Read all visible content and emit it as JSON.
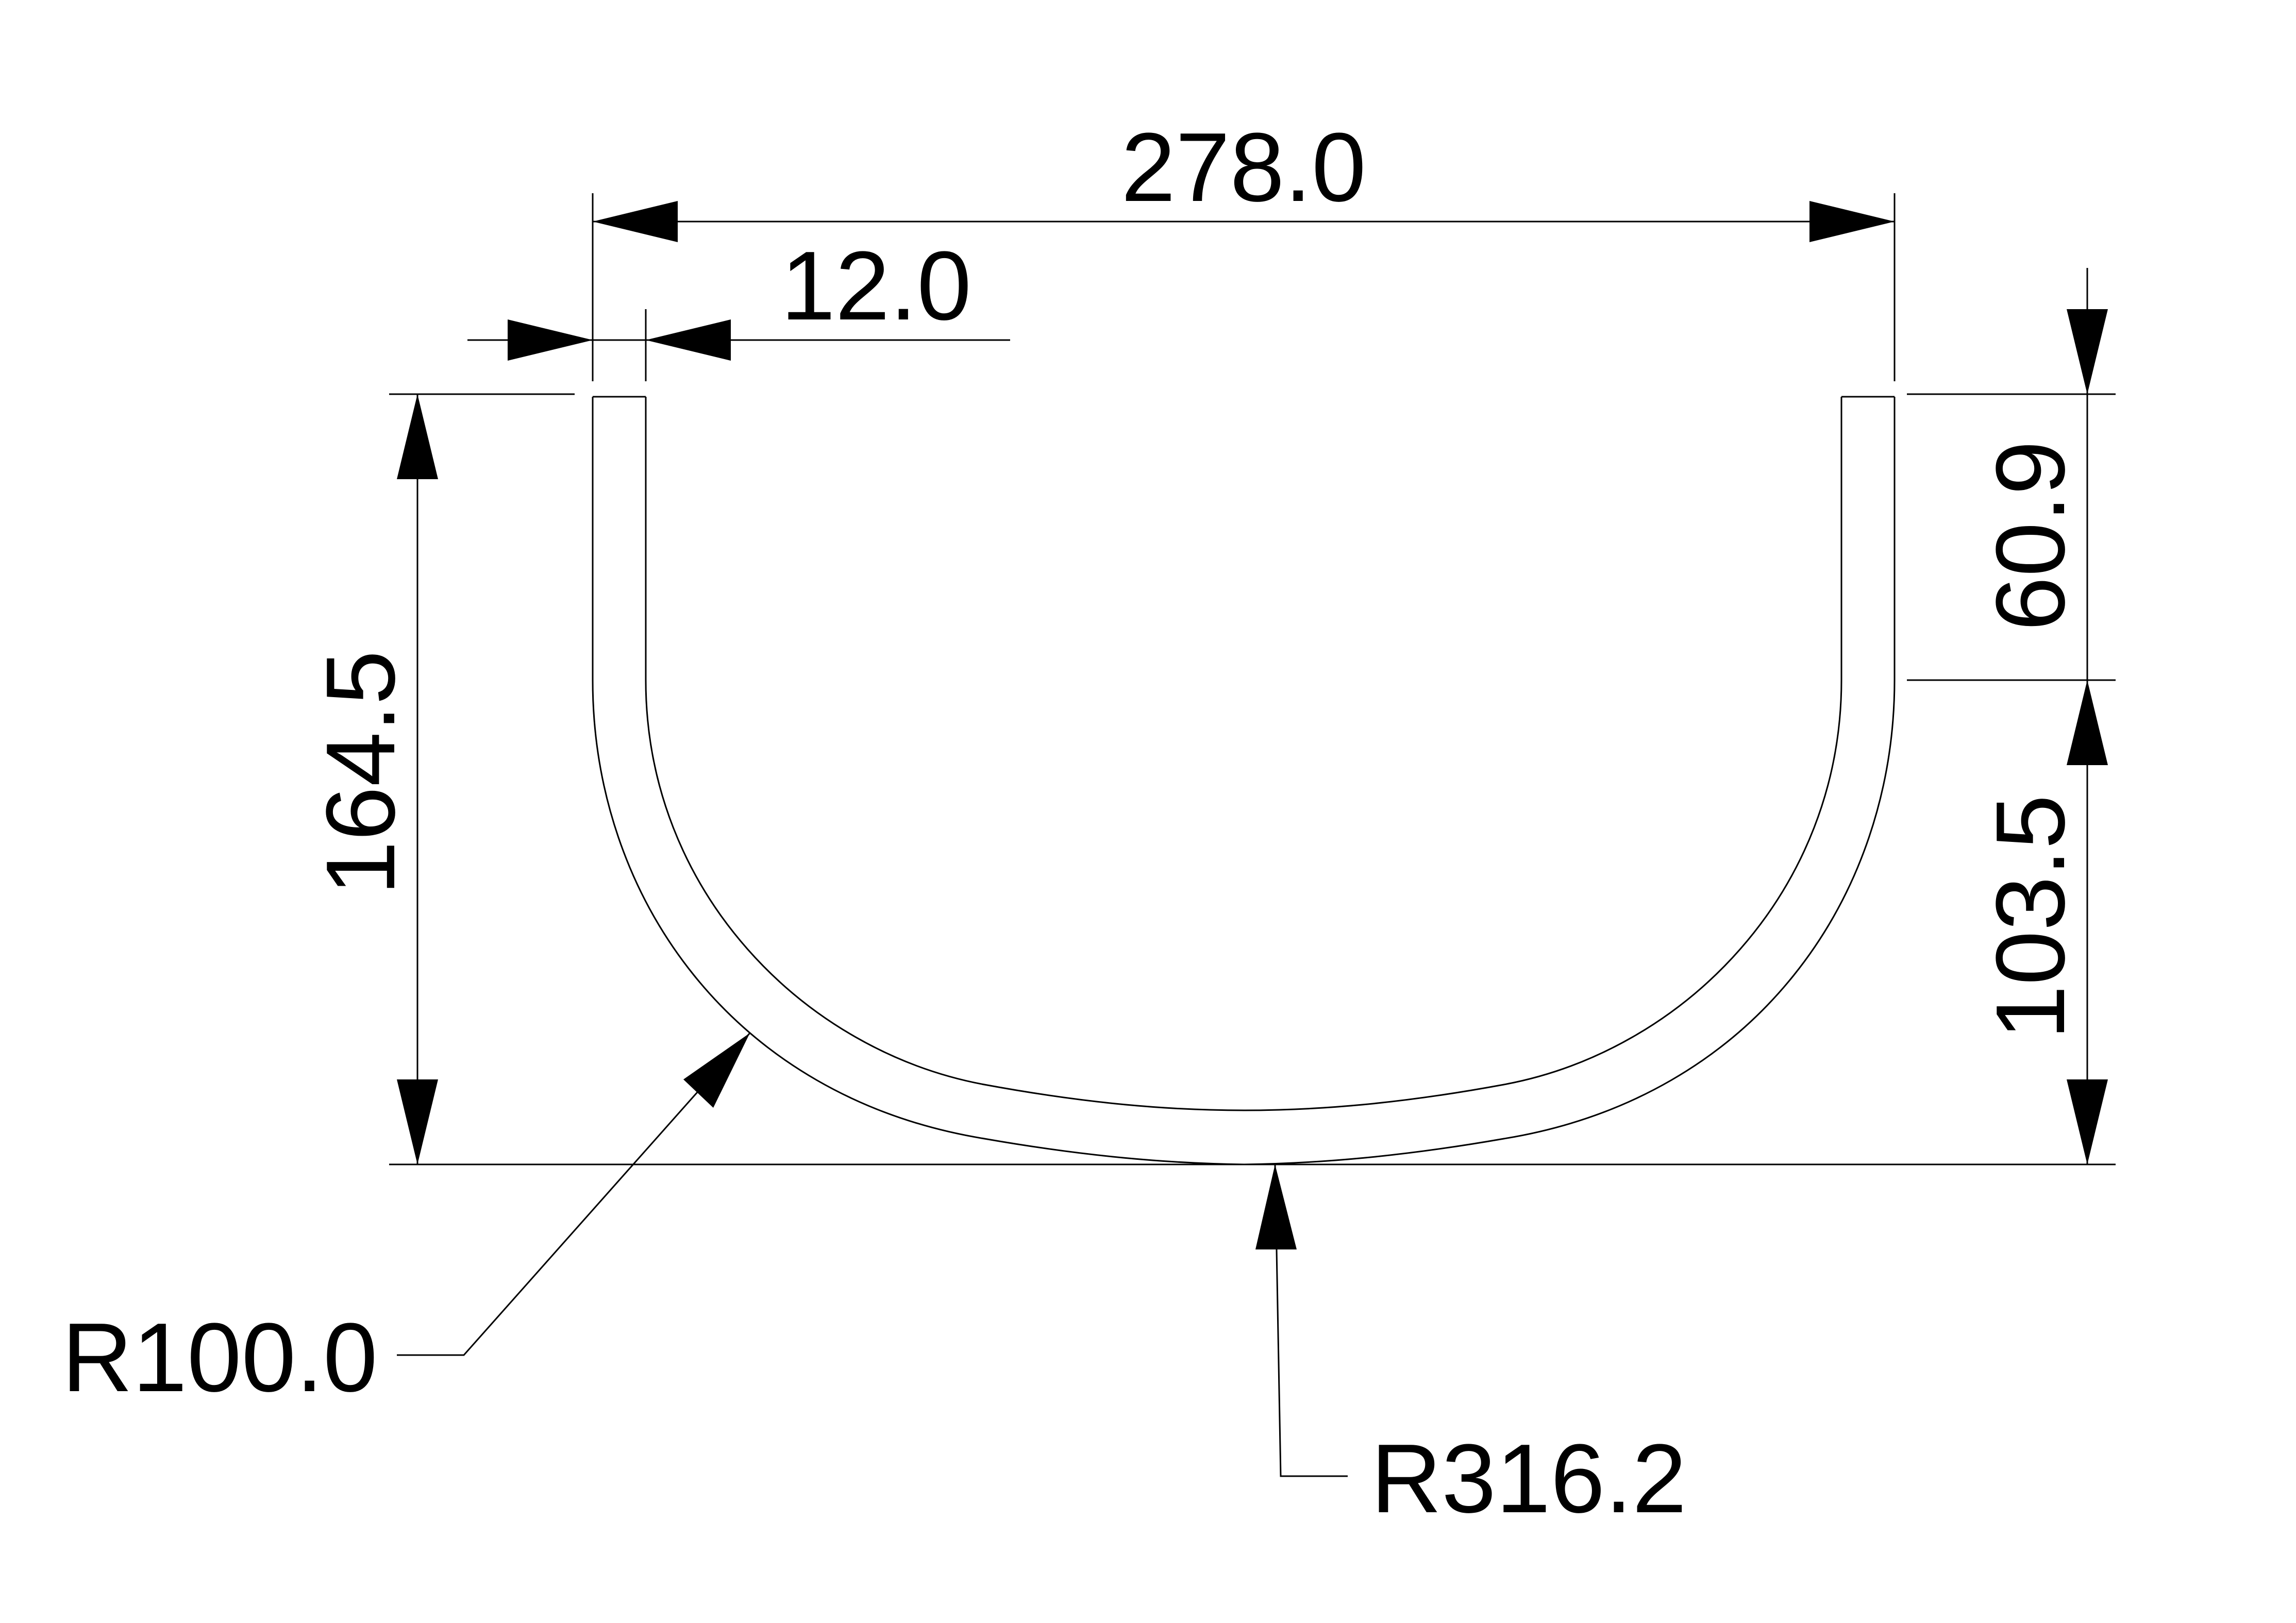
{
  "dimensions": {
    "overall_width": "278.0",
    "wall_thickness": "12.0",
    "total_height": "164.5",
    "straight_height": "60.9",
    "arc_height": "103.5",
    "corner_radius": "R100.0",
    "bottom_radius": "R316.2"
  },
  "colors": {
    "line": "#000000",
    "background": "#ffffff"
  }
}
